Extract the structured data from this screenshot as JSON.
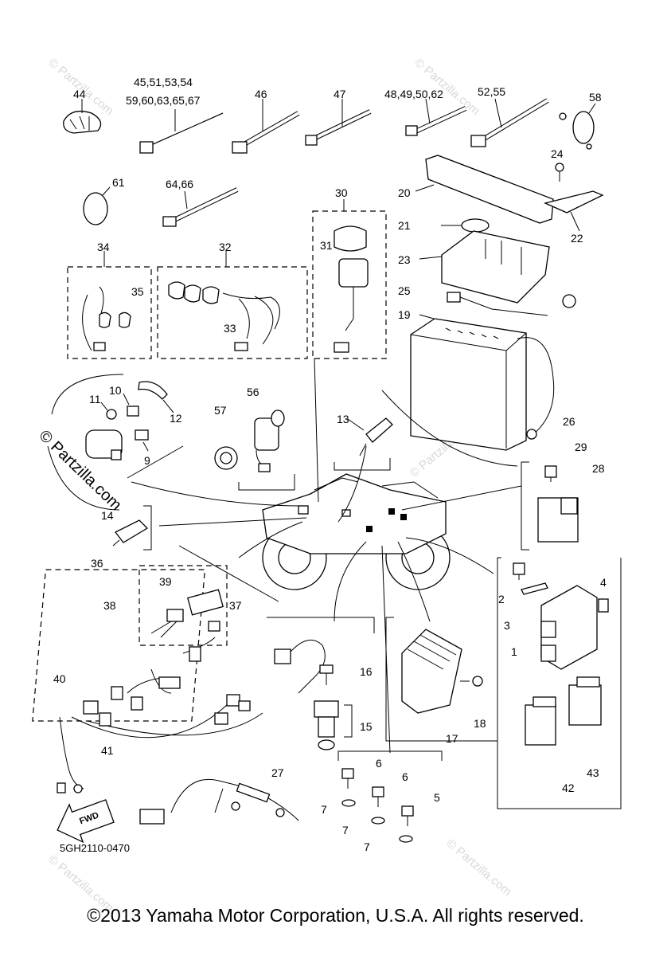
{
  "diagram": {
    "callouts": {
      "p44": "44",
      "p45": "45,51,53,54",
      "p59": "59,60,63,65,67",
      "p46": "46",
      "p47": "47",
      "p48": "48,49,50,62",
      "p52": "52,55",
      "p58": "58",
      "p24": "24",
      "p20": "20",
      "p22": "22",
      "p61": "61",
      "p64": "64,66",
      "p30": "30",
      "p21": "21",
      "p31": "31",
      "p34": "34",
      "p32": "32",
      "p23": "23",
      "p35": "35",
      "p25": "25",
      "p19": "19",
      "p33": "33",
      "p10": "10",
      "p11": "11",
      "p12": "12",
      "p56": "56",
      "p57": "57",
      "p13": "13",
      "p26": "26",
      "p9": "9",
      "p29": "29",
      "p28": "28",
      "p14": "14",
      "p36": "36",
      "p39": "39",
      "p38": "38",
      "p37": "37",
      "p4": "4",
      "p2": "2",
      "p3": "3",
      "p1": "1",
      "p16": "16",
      "p40": "40",
      "p18": "18",
      "p15": "15",
      "p17": "17",
      "p41": "41",
      "p6a": "6",
      "p6b": "6",
      "p42": "42",
      "p43": "43",
      "p27": "27",
      "p5": "5",
      "p7a": "7",
      "p7b": "7",
      "p7c": "7"
    },
    "fwd_label": "FWD",
    "part_code": "5GH2110-0470",
    "watermark_side": "© Partzilla.com",
    "watermark": "© Partzilla.com"
  },
  "copyright": "©2013 Yamaha Motor Corporation, U.S.A. All rights reserved."
}
